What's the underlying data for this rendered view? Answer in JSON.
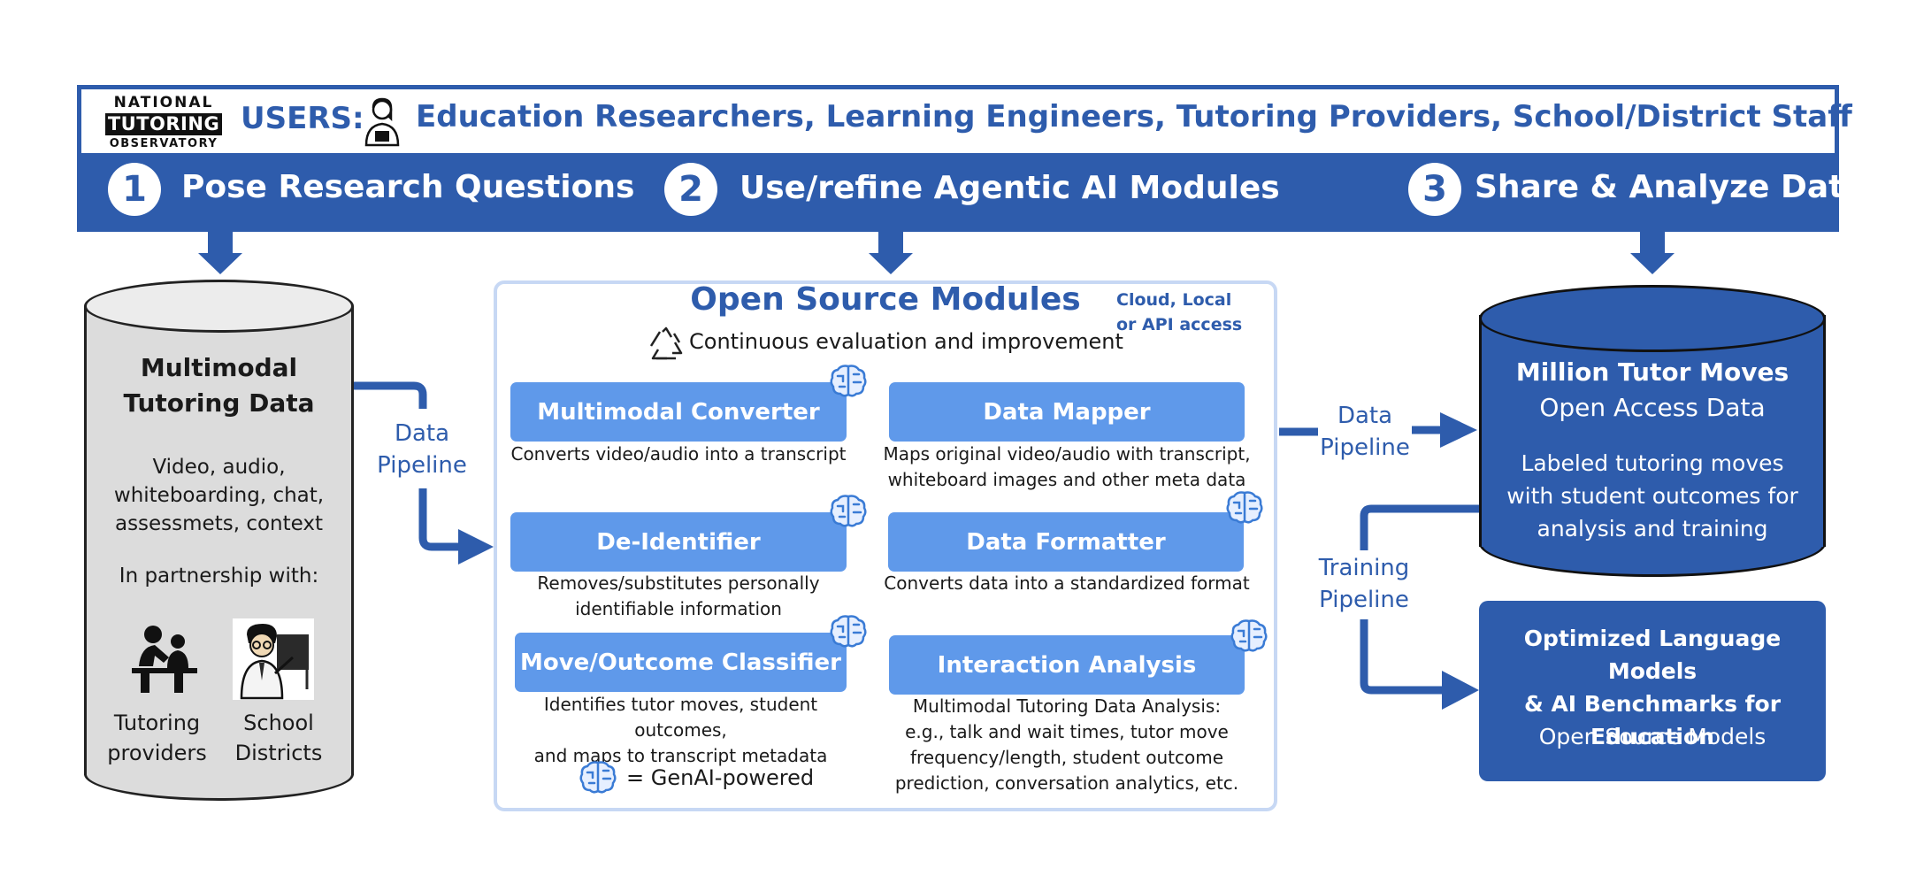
{
  "header": {
    "logo": {
      "line1": "NATIONAL",
      "line2": "TUTORING",
      "line3": "OBSERVATORY"
    },
    "users_label": "USERS:",
    "users_list": "Education Researchers, Learning Engineers, Tutoring Providers, School/District Staff",
    "steps": [
      {
        "number": "1",
        "label": "Pose Research Questions"
      },
      {
        "number": "2",
        "label": "Use/refine Agentic AI Modules"
      },
      {
        "number": "3",
        "label": "Share & Analyze Data"
      }
    ]
  },
  "left": {
    "title_line1": "Multimodal",
    "title_line2": "Tutoring Data",
    "desc_line1": "Video, audio,",
    "desc_line2": "whiteboarding, chat,",
    "desc_line3": "assessmets, context",
    "partnership": "In partnership with:",
    "partner1_line1": "Tutoring",
    "partner1_line2": "providers",
    "partner2_line1": "School",
    "partner2_line2": "Districts"
  },
  "pipeline_left": {
    "line1": "Data",
    "line2": "Pipeline"
  },
  "middle": {
    "title": "Open Source Modules",
    "access_line1": "Cloud, Local",
    "access_line2": "or API access",
    "subtitle": "Continuous evaluation and improvement",
    "modules": [
      {
        "name": "Multimodal Converter",
        "desc": [
          "Converts video/audio into a transcript"
        ]
      },
      {
        "name": "Data Mapper",
        "desc": [
          "Maps original video/audio with transcript,",
          "whiteboard images and other meta data"
        ]
      },
      {
        "name": "De-Identifier",
        "desc": [
          "Removes/substitutes personally",
          "identifiable information"
        ]
      },
      {
        "name": "Data Formatter",
        "desc": [
          "Converts data into a standardized format"
        ]
      },
      {
        "name": "Move/Outcome Classifier",
        "desc": [
          "Identifies tutor moves, student outcomes,",
          "and maps to transcript metadata"
        ]
      },
      {
        "name": "Interaction Analysis",
        "desc": [
          "Multimodal Tutoring Data Analysis:",
          "e.g., talk and wait times, tutor move",
          "frequency/length, student outcome",
          "prediction, conversation analytics, etc."
        ]
      }
    ],
    "legend": "= GenAI-powered"
  },
  "pipeline_right": {
    "line1": "Data",
    "line2": "Pipeline"
  },
  "pipeline_training": {
    "line1": "Training",
    "line2": "Pipeline"
  },
  "right_db": {
    "title": "Million Tutor Moves",
    "subtitle": "Open Access Data",
    "desc_line1": "Labeled tutoring moves",
    "desc_line2": "with student outcomes for",
    "desc_line3": "analysis and training"
  },
  "models_box": {
    "line1": "Optimized Language Models",
    "line2": "& AI Benchmarks  for",
    "line3": "Education",
    "line4": "Open Source Models"
  },
  "colors": {
    "primary": "#2e5cac",
    "module": "#5f99ea",
    "panel_border": "#c7d8f4",
    "cylinder_gray": "#dcdcdc"
  }
}
